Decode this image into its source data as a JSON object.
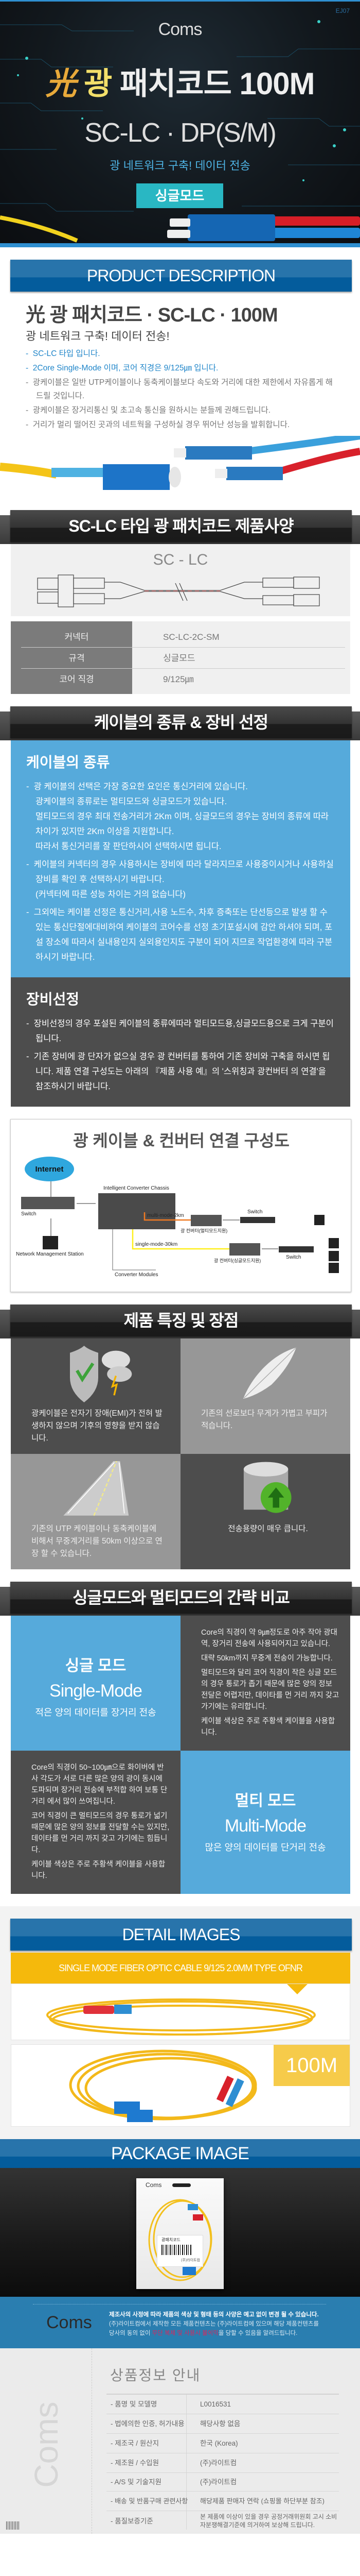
{
  "hero": {
    "model_code": "EJ07",
    "brand": "Coms",
    "title_hanja": "光",
    "title_word": "광",
    "title_rest": "패치코드 100M",
    "subtitle": "SC-LC · DP(S/M)",
    "tagline": "광 네트워크 구축! 데이터 전송",
    "mode_badge": "싱글모드"
  },
  "description": {
    "header": "PRODUCT DESCRIPTION",
    "title_hanja": "光",
    "title": "광 패치코드 · SC-LC · 100M",
    "subtitle": "광 네트워크 구축! 데이터 전송!",
    "highlights": [
      "SC-LC 타입 입니다.",
      "2Core Single-Mode 이며, 코어 직경은 9/125㎛ 입니다."
    ],
    "bullets": [
      "광케이블은 일반 UTP케이블이나 동축케이블보다 속도와 거리에 대한 제한에서 자유롭게 해드릴 것입니다.",
      "광케이블은 장거리통신 및 초고속 통신을 원하시는 분들께 권해드립니다.",
      "거리가 멀리 떨어진 곳과의 네트웍을 구성하실 경우 뛰어난 성능을 발휘합니다."
    ]
  },
  "spec": {
    "header": "SC-LC 타입 광 패치코드 제품사양",
    "diagram_label": "SC - LC",
    "rows": [
      {
        "label": "커넥터",
        "value": "SC-LC-2C-SM"
      },
      {
        "label": "규격",
        "value": "싱글모드"
      },
      {
        "label": "코어 직경",
        "value": "9/125㎛"
      }
    ]
  },
  "cable_guide": {
    "header": "케이블의 종류 & 장비 선정",
    "types": {
      "title": "케이블의 종류",
      "items": [
        [
          "광 케이블의 선택은 가장 중요한 요인은 통신거리에 있습니다.",
          "광케이블의 종류로는 멀티모드와 싱글모드가 있습니다.",
          "멀티모드의 경우 최대 전송거리가 2Km 이며, 싱글모드의 경우는 장비의 종류에 따라 차이가 있지만 2Km 이상을 지원합니다.",
          "따라서 통신거리를 잘 판단하시어 선택하시면 됩니다."
        ],
        [
          "케이블의 커넥터의 경우 사용하시는 장비에 따라 달라지므로 사용중이시거나 사용하실 장비를 확인 후 선택하시기 바랍니다.",
          "(커넥터에 따른 성능 차이는 거의 없습니다)"
        ],
        [
          "그외에는 케이블 선정은 통신거리,사용 노드수, 차후 증축또는 단선등으로 발생 할 수 있는 통신단절에대비하여 케이블의 코어수를 선정 초기포설시에 감안 하셔야 되며, 포설 장소에 따라서 실내용인지 실외용인지도 구분이 되어 지므로 작업환경에 따라 구분하시기 바랍니다."
        ]
      ]
    },
    "equipment": {
      "title": "장비선정",
      "items": [
        "장비선정의 경우 포설된 케이블의 종류에따라 멀티모드용,싱글모드용으로 크게 구분이됩니다.",
        "기존 장비에 광 단자가 없으실 경우 광 컨버터를 통하여 기존 장비와 구축을 하시면 됩니다. 제품 연결 구성도는 아래의 『제품 사용 예』의 '스위칭과 광컨버터 의 연결'을 참조하시기 바랍니다."
      ]
    }
  },
  "connection": {
    "title": "광 케이블 & 컨버터 연결 구성도",
    "internet": "Internet",
    "chassis": "Intelligent Converter Chassis",
    "switch_left": "Switch",
    "nms": "Network Management Station",
    "modules": "Converter Modules",
    "multi_line": "multi-mode-2km",
    "single_line": "single-mode-30km",
    "multi_converter": "광 컨버터(멀티모드지원)",
    "single_converter": "광 컨버터(싱글모드지원)",
    "switch_multi": "Switch",
    "switch_single": "Switch",
    "colors": {
      "multi": "#f07a22",
      "single": "#ffef1a"
    }
  },
  "features": {
    "header": "제품 특징 및 장점",
    "items": [
      {
        "icon": "shield-storm-icon",
        "text": "광케이블은 전자기 장애(EMI)가 전혀 발생하지 않으며 기후의 영향을 받지 않습니다."
      },
      {
        "icon": "feather-icon",
        "text": "기존의 선로보다 무게가 가볍고 부피가 적습니다."
      },
      {
        "icon": "road-icon",
        "text": "기존의 UTP 케이블이나 동축케이블에 비해서 무중계거리를 50km 이상으로 연장 할 수 있습니다."
      },
      {
        "icon": "database-upload-icon",
        "text": "전송용량이 매우 큽니다."
      }
    ]
  },
  "compare": {
    "header": "싱글모드와 멀티모드의 간략 비교",
    "single": {
      "title_ko": "싱글 모드",
      "title_en": "Single-Mode",
      "summary": "적은 양의 데이터를 장거리 전송",
      "details": [
        "Core의 직경이 약 9㎛정도로 아주 작아 광대역, 장거리 전송에 사용되어지고 있습니다.",
        "대략 50km까지 무중계 전송이 가능합니다.",
        "멀티모드와 달리 코어 직경이 작은 싱글 모드의 경우 통로가 좁기 때문에 많은 양의 정보 전달은 어렵지만, 데이타를 먼 거리 까지 갖고 가기에는 유리합니다.",
        "케이블 색상은 주로 주황색 케이블을 사용합니다."
      ]
    },
    "multi": {
      "title_ko": "멀티 모드",
      "title_en": "Multi-Mode",
      "summary": "많은 양의 데이터를 단거리 전송",
      "details": [
        "Core의 직경이 50~100㎛으로 화이버에 반사 각도가 서로 다른 많은 양의 광이 동시에 도파되며 장거리 전송에 부적합 하여 보통 단거리 에서 많이 쓰여집니다.",
        "코어 직경이 큰 멀티모드의 경우 통로가 넓기 때문에 많은 양의 정보를 전달할 수는 있지만, 데이타를 먼 거리 까지 갖고 가기에는 힘듭니다.",
        "케이블 색상은 주로 주황색 케이블을 사용합니다."
      ]
    }
  },
  "detail": {
    "header": "DETAIL IMAGES",
    "caption": "SINGLE MODE FIBER OPTIC CABLE 9/125 2.0MM TYPE OFNR",
    "length_badge": "100M"
  },
  "package": {
    "header": "PACKAGE IMAGE",
    "bag_brand": "Coms",
    "bag_label": "광패치코드",
    "bag_company": "(주)라이트컴"
  },
  "footer": {
    "brand": "Coms",
    "notice1": "제조사의 사정에 따라 제품의 색상 및 형태 등의 사양은 예고 없이 변경 될 수 있습니다.",
    "notice2": "(주)라이트컴에서 제작한 모든 제품컨텐츠는 (주)라이트컴에 있으며 해당 제품컨텐츠를",
    "notice3_pre": "당사의 동의 없이 ",
    "notice3_warn": "무단 복제 및 사용시 불이익",
    "notice3_post": "을 당할 수 있음을 알려드립니다.",
    "warn_color": "#e0245a"
  },
  "info": {
    "title": "상품정보 안내",
    "side_brand": "Coms",
    "rows": [
      {
        "label": "- 품명 및 모델명",
        "value": "L0016531"
      },
      {
        "label": "- 법에의한 인증, 허가내용",
        "value": "해당사항 없음"
      },
      {
        "label": "- 제조국 / 원산지",
        "value": "한국 (Korea)"
      },
      {
        "label": "- 제조원 / 수입원",
        "value": "(주)라이트컴"
      },
      {
        "label": "- A/S 및 기술지원",
        "value": "(주)라이트컴"
      },
      {
        "label": "- 배송 및 반품구매 관련사항",
        "value": "해당제품 판매자 연락 (쇼핑몰 하단부분 참조)"
      },
      {
        "label": "- 품질보증기준",
        "value": "본 제품에 이상이 있을 경우 공정거래위원회 고시 소비자분쟁해결기준에 의거하여 보상해 드립니다."
      }
    ]
  }
}
